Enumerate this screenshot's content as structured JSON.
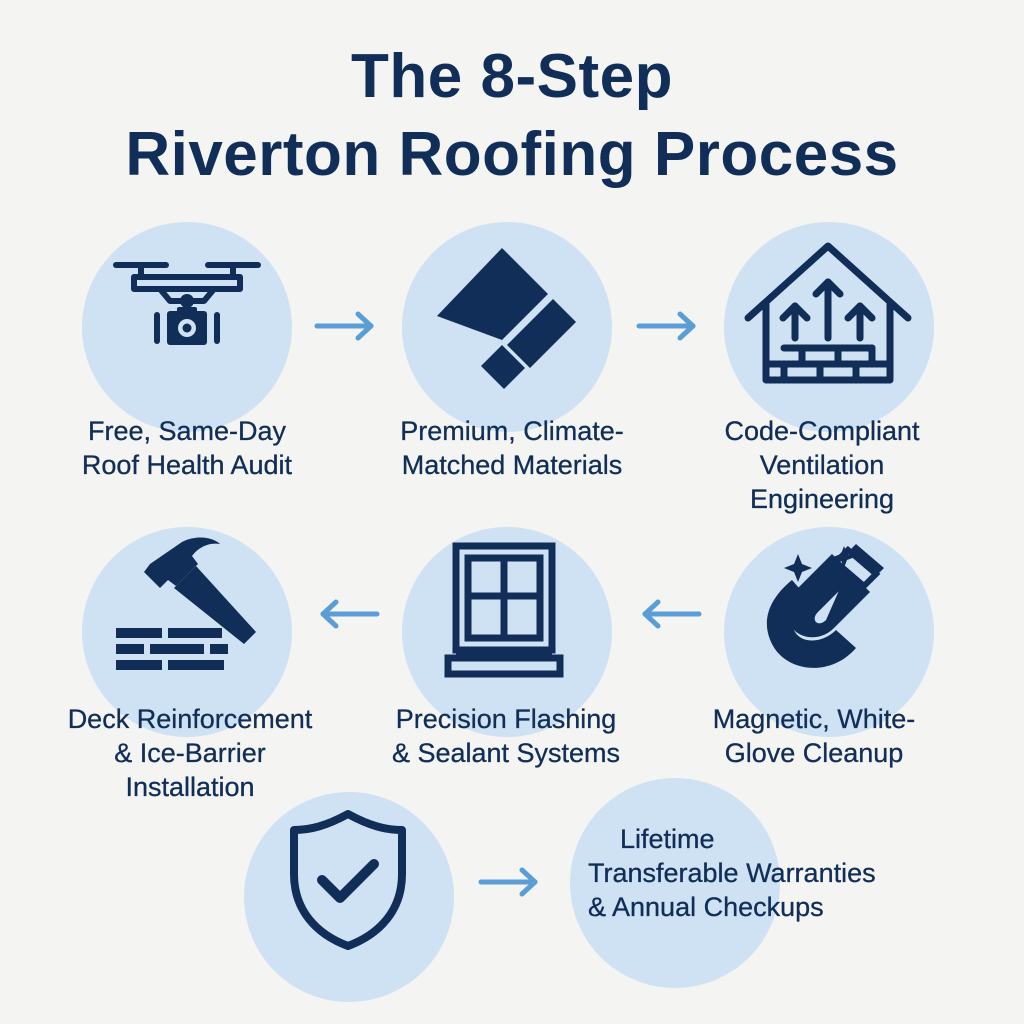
{
  "title": {
    "line1": "The 8-Step",
    "line2": "Riverton Roofing Process"
  },
  "colors": {
    "navy": "#102e57",
    "circle": "#cfe2f3",
    "arrow": "#5b9ed6",
    "background": "#f4f4f2"
  },
  "steps": [
    {
      "icon": "drone-camera-icon",
      "label": "Free, Same-Day Roof Health Audit"
    },
    {
      "icon": "shingle-tiles-icon",
      "label": "Premium, Climate-Matched Materials"
    },
    {
      "icon": "house-ventilation-icon",
      "label": "Code-Compliant Ventilation Engineering"
    },
    {
      "icon": "magnet-sparkle-icon",
      "label": "Magnetic, White-Glove Cleanup"
    },
    {
      "icon": "window-flashing-icon",
      "label": "Precision Flashing & Sealant Systems"
    },
    {
      "icon": "hammer-deck-icon",
      "label": "Deck Reinforcement & Ice-Barrier Installation"
    },
    {
      "icon": "shield-check-icon",
      "label": ""
    },
    {
      "icon": "",
      "label": "Lifetime Transferable Warranties & Annual Checkups"
    }
  ],
  "labels_lines": {
    "s1": [
      "Free, Same-Day",
      "Roof Health Audit"
    ],
    "s2": [
      "Premium, Climate-",
      "Matched Materials"
    ],
    "s3": [
      "Code-Compliant",
      "Ventilation",
      "Engineering"
    ],
    "s4": [
      "Magnetic, White-",
      "Glove Cleanup"
    ],
    "s5": [
      "Precision Flashing",
      "& Sealant Systems"
    ],
    "s6": [
      "Deck Reinforcement",
      "& Ice-Barrier",
      "Installation"
    ],
    "s8": [
      "Lifetime",
      "Transferable Warranties",
      "& Annual Checkups"
    ]
  }
}
